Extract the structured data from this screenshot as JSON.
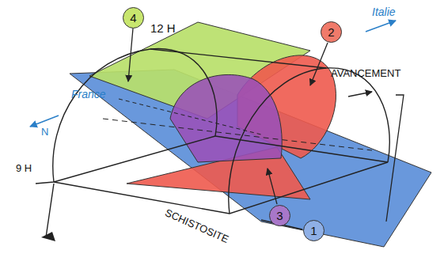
{
  "diagram": {
    "nodes": [
      {
        "text": [
          "4"
        ]
      },
      {
        "text": [
          "2"
        ]
      },
      {
        "text": [
          "3"
        ]
      },
      {
        "text": [
          "1"
        ]
      }
    ],
    "labels": [
      "12 H",
      "Italie",
      "France",
      "N",
      "AVANCEMENT",
      "9 H",
      "SCHISTOSITE"
    ]
  }
}
